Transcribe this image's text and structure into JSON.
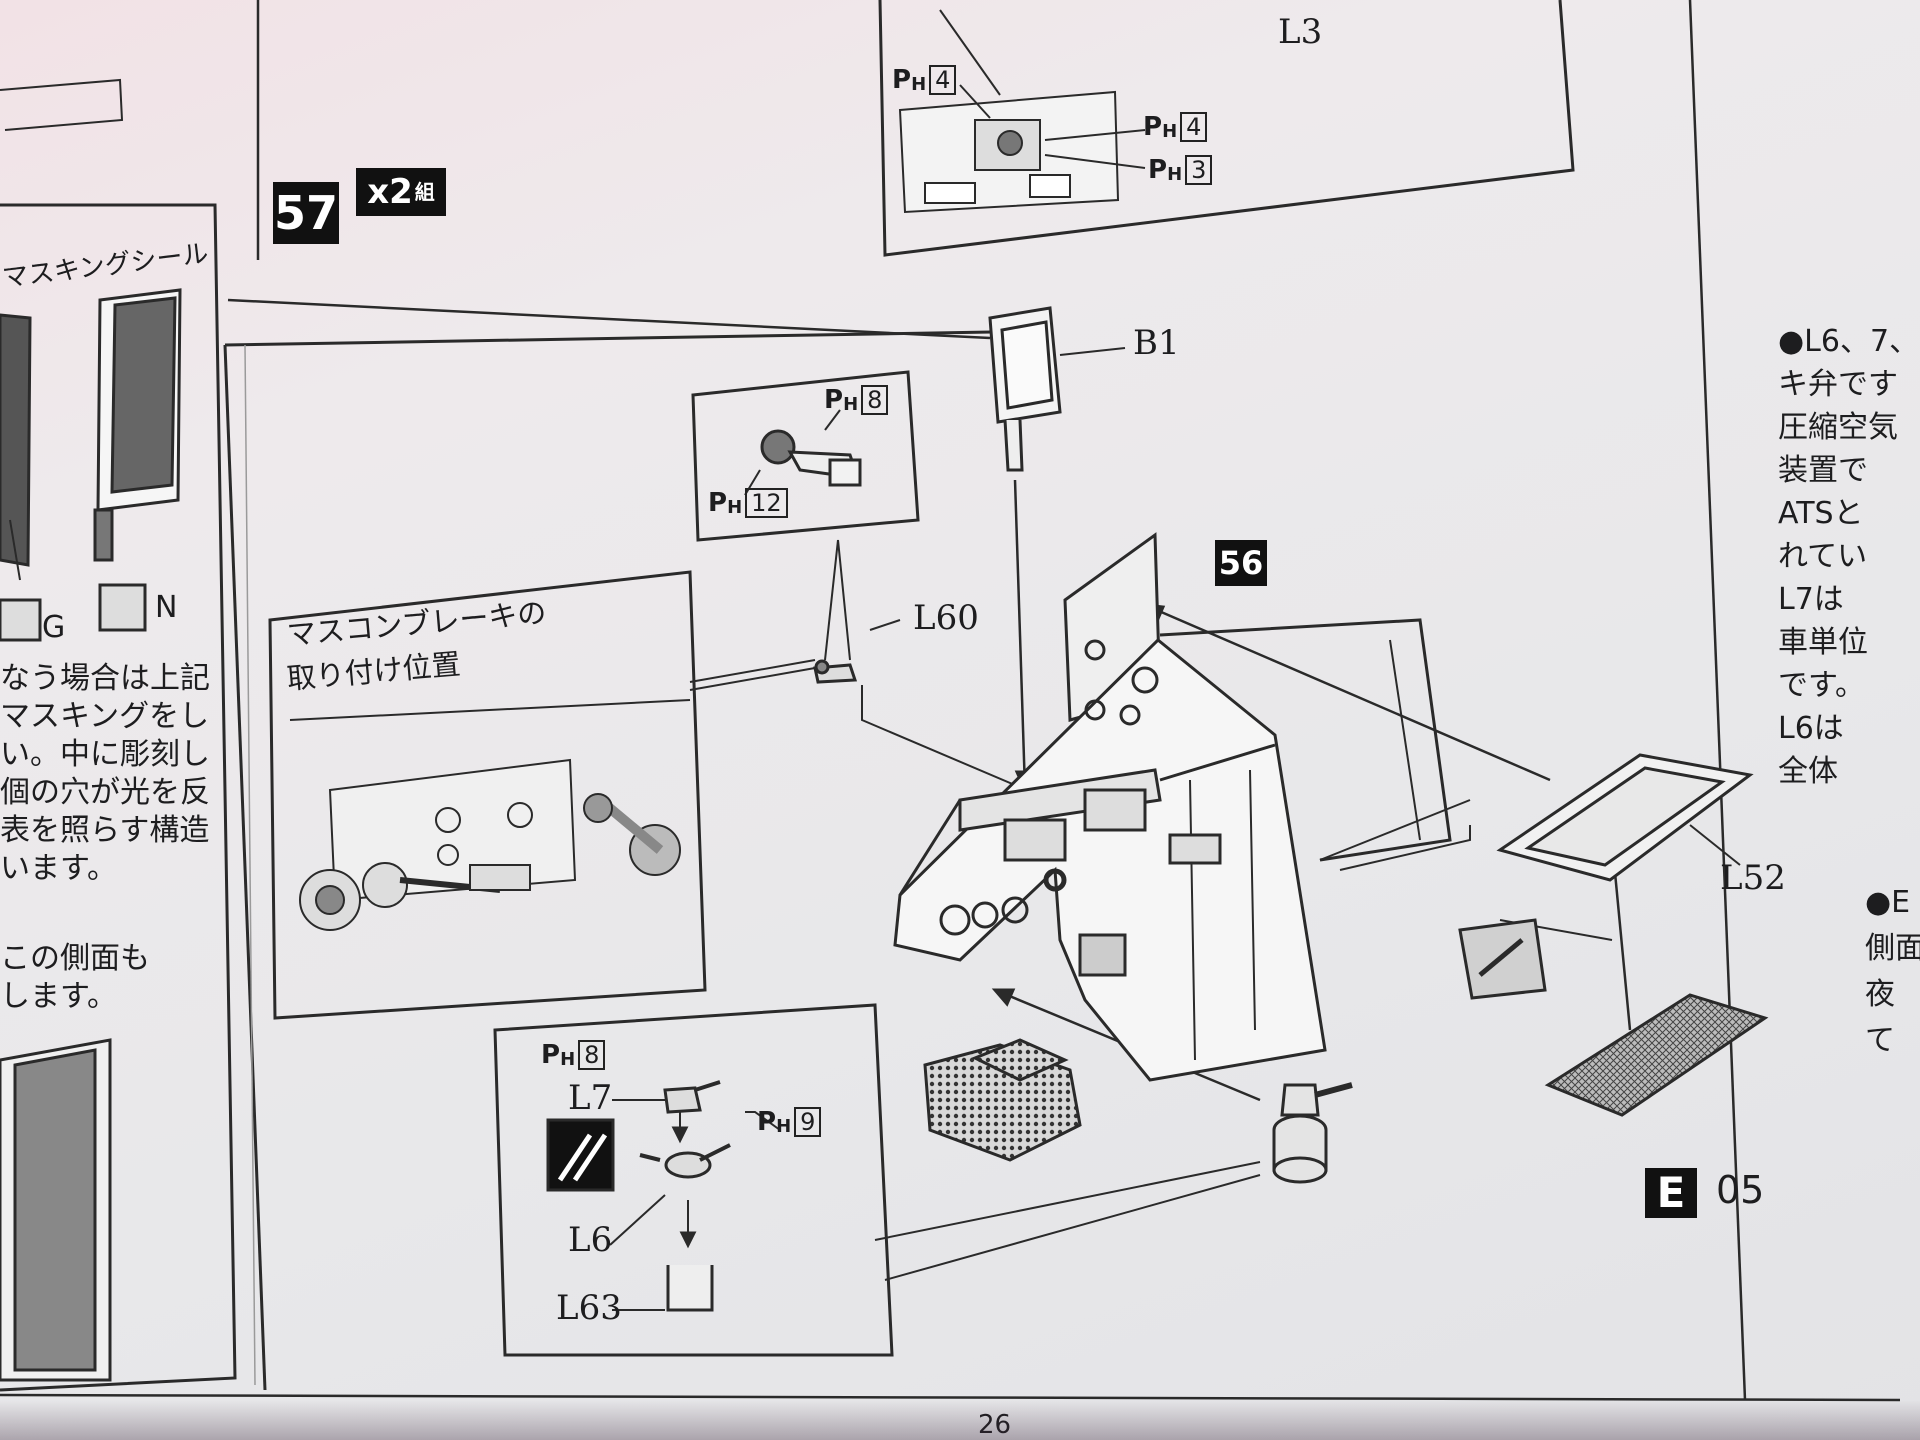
{
  "step": {
    "number": "57",
    "multiplier": "x2",
    "unit": "組"
  },
  "ref_step": "56",
  "parts": {
    "b1": "B1",
    "l3": "L3",
    "l60": "L60",
    "l52": "L52",
    "l7": "L7",
    "l6": "L6",
    "l63": "L63"
  },
  "ph": {
    "top_a": {
      "p": "P",
      "h": "H",
      "n": "4"
    },
    "top_b": {
      "p": "P",
      "h": "H",
      "n": "4"
    },
    "top_c": {
      "p": "P",
      "h": "H",
      "n": "3"
    },
    "inset_a": {
      "p": "P",
      "h": "H",
      "n": "8"
    },
    "inset_b": {
      "p": "P",
      "h": "H",
      "n": "12"
    },
    "lower_a": {
      "p": "P",
      "h": "H",
      "n": "8"
    },
    "lower_b": {
      "p": "P",
      "h": "H",
      "n": "9"
    }
  },
  "left_panel": {
    "title": "マスキングシール",
    "sticker_g": "G",
    "sticker_n": "N",
    "text_lines": [
      "なう場合は上記",
      "マスキングをし",
      "い。中に彫刻し",
      "個の穴が光を反",
      "表を照らす構造",
      "います。"
    ],
    "text_lines2": [
      "この側面も",
      "します。"
    ]
  },
  "callout": {
    "line1": "マスコンブレーキの",
    "line2": "取り付け位置"
  },
  "right_column": {
    "lines": [
      "●L6、7、",
      "キ弁です",
      "圧縮空気",
      "装置で",
      "ATSと",
      "れてい",
      "L7は",
      "車単位",
      "です。",
      "L6は",
      "全体"
    ],
    "lines2": [
      "●E",
      "側面",
      "夜",
      "て"
    ]
  },
  "footer": {
    "badge": "E",
    "number": "05"
  },
  "page_number": "26"
}
